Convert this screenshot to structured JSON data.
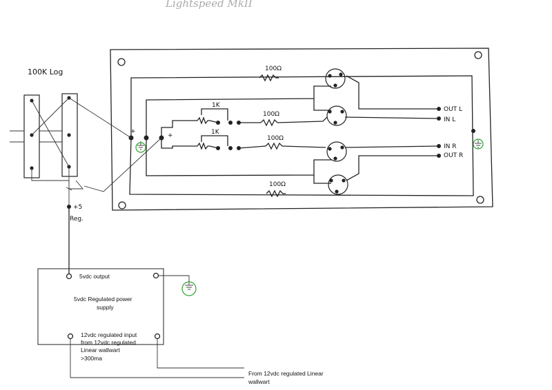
{
  "title": "Lightspeed MkII",
  "pot_label": "100K Log",
  "regulator_label": "+5\nReg.",
  "plus_left": "+",
  "plus_right": "+",
  "resistor_100": "100Ω",
  "trim_1k": "1K",
  "terminals": {
    "out_l": "OUT L",
    "in_l": "IN L",
    "in_r": "IN R",
    "out_r": "OUT R"
  },
  "psu": {
    "output": "5vdc output",
    "name_line1": "5vdc Regulated power",
    "name_line2": "supply",
    "input_line1": "12vdc regulated input",
    "input_line2": "from 12vdc regulated",
    "input_line3": "Linear wallwart",
    "input_line4": ">300ma"
  },
  "source_line1": "From 12vdc regulated Linear",
  "source_line2": "wallwart"
}
